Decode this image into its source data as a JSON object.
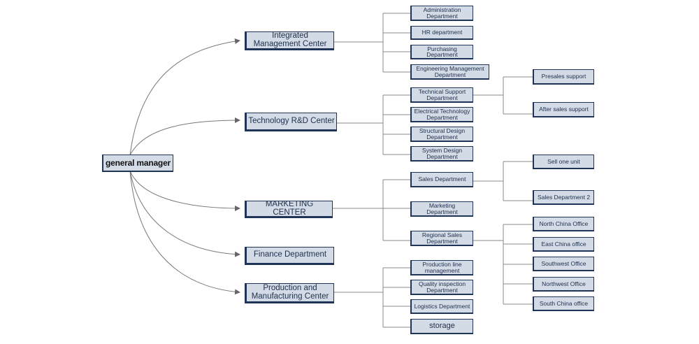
{
  "root": {
    "label": "general manager"
  },
  "centers": {
    "integrated": {
      "label": "Integrated Management Center"
    },
    "technology": {
      "label": "Technology R&D Center"
    },
    "marketing": {
      "label": "MARKETING CENTER"
    },
    "finance": {
      "label": "Finance Department"
    },
    "production": {
      "label": "Production and Manufacturing Center"
    }
  },
  "departments": {
    "admin": "Administration Department",
    "hr": "HR department",
    "purchasing": "Purchasing Department",
    "engineering": "Engineering Management Department",
    "tech_support": "Technical Support Department",
    "electrical": "Electrical Technology Department",
    "structural": "Structural Design Department",
    "system_design": "System Design Department",
    "sales": "Sales Department",
    "marketing_dept": "Marketing Department",
    "regional_sales": "Regional Sales Department",
    "production_line": "Production line management",
    "quality": "Quality inspection Department",
    "logistics": "Logistics Department",
    "storage": "storage"
  },
  "units": {
    "presales": "Presales support",
    "aftersales": "After sales support",
    "sell_one": "Sell one unit",
    "sales_dept_2": "Sales Department 2",
    "north_china": "North China Office",
    "east_china": "East China office",
    "southwest": "Southwest Office",
    "northwest": "Northwest Office",
    "south_china": "South China office"
  },
  "colors": {
    "node_fill": "#d3dbe7",
    "node_border": "#1f3457",
    "connector": "#666666"
  }
}
